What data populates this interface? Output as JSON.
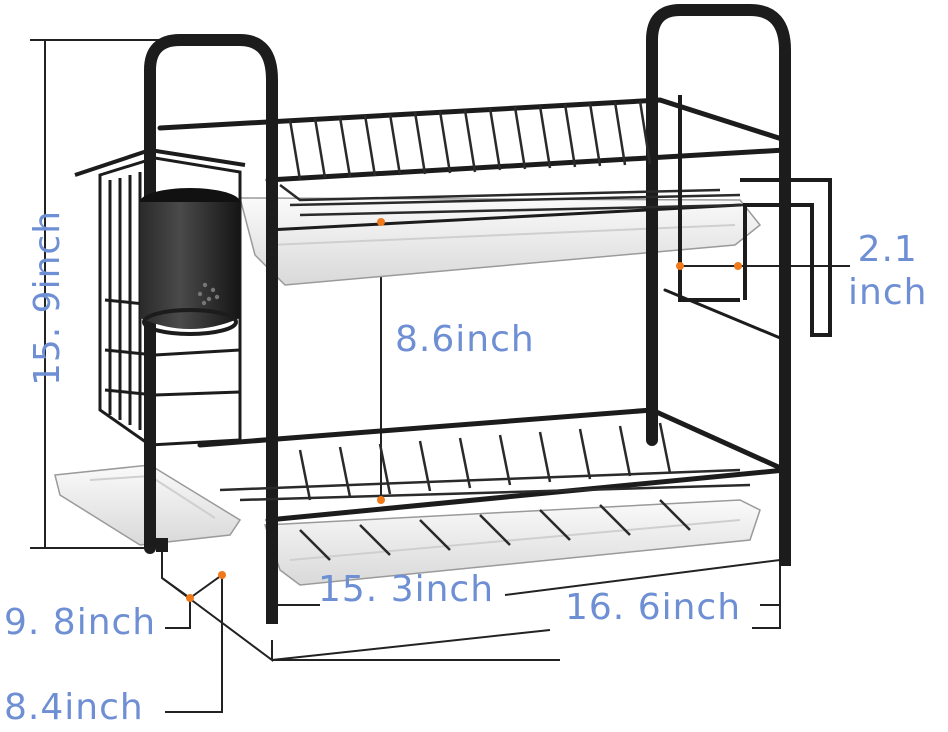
{
  "dimensions": {
    "height": "15. 9inch",
    "shelf_gap": "8.6inch",
    "hook_line1": "2.1",
    "hook_line2": "inch",
    "depth_outer": "9. 8inch",
    "depth_inner": "8.4inch",
    "width_inner": "15. 3inch",
    "width_outer": "16. 6inch"
  },
  "colors": {
    "label": "#6f8fd4",
    "frame": "#1c1c1c",
    "tray": "#e9e9e9",
    "marker": "#f07a1a"
  }
}
